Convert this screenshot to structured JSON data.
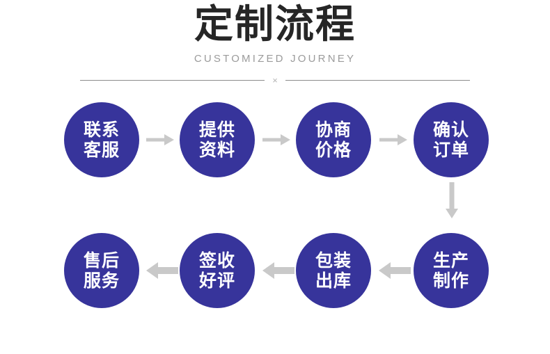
{
  "header": {
    "title": "定制流程",
    "subtitle": "CUSTOMIZED JOURNEY",
    "divider_symbol": "×"
  },
  "theme": {
    "node_fill": "#37349b",
    "node_text": "#ffffff",
    "arrow_color": "#c9c9c9",
    "title_color": "#262626",
    "subtitle_color": "#9b9b9b",
    "divider_color": "#8c8c8c",
    "background": "#ffffff"
  },
  "flow": {
    "rows": [
      {
        "direction": "left-to-right",
        "nodes": [
          {
            "line1": "联系",
            "line2": "客服"
          },
          {
            "line1": "提供",
            "line2": "资料"
          },
          {
            "line1": "协商",
            "line2": "价格"
          },
          {
            "line1": "确认",
            "line2": "订单"
          }
        ]
      },
      {
        "direction": "right-to-left",
        "nodes": [
          {
            "line1": "生产",
            "line2": "制作"
          },
          {
            "line1": "包装",
            "line2": "出库"
          },
          {
            "line1": "签收",
            "line2": "好评"
          },
          {
            "line1": "售后",
            "line2": "服务"
          }
        ]
      }
    ],
    "connectors": [
      {
        "name": "arrow-right-1",
        "glyph": "→"
      },
      {
        "name": "arrow-right-2",
        "glyph": "→"
      },
      {
        "name": "arrow-right-3",
        "glyph": "→"
      },
      {
        "name": "arrow-down-1",
        "glyph": "↓"
      },
      {
        "name": "arrow-left-1",
        "glyph": "←"
      },
      {
        "name": "arrow-left-2",
        "glyph": "←"
      },
      {
        "name": "arrow-left-3",
        "glyph": "←"
      }
    ]
  }
}
